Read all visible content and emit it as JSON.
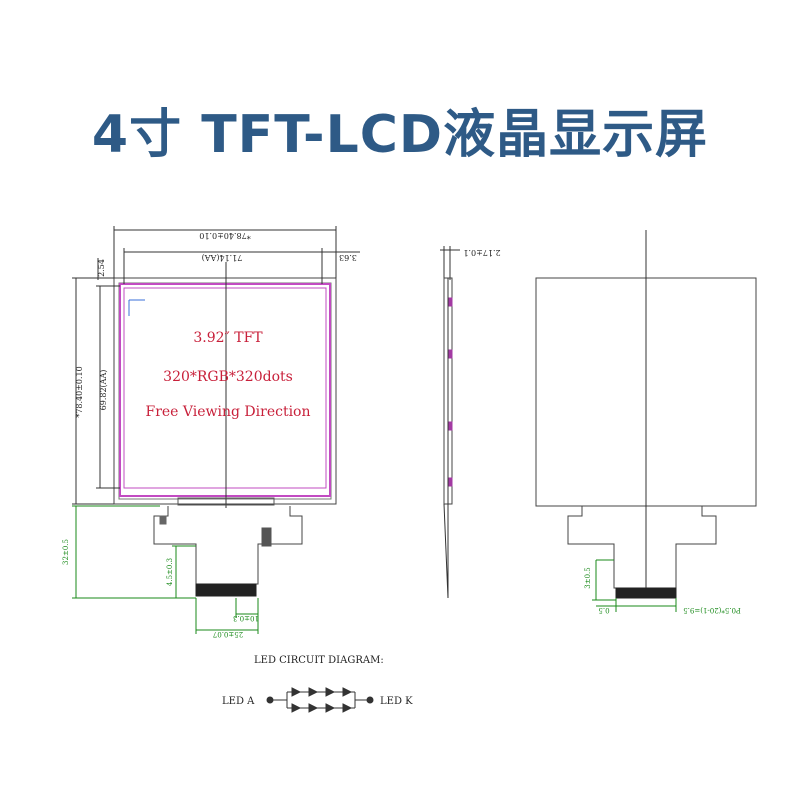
{
  "title": "4寸 TFT-LCD液晶显示屏",
  "front_view": {
    "screen_size": "3.92″ TFT",
    "resolution": "320*RGB*320dots",
    "viewing": "Free Viewing Direction",
    "dim_outer_width": "*78.40±0.10",
    "dim_aa_width": "71.14(AA)",
    "dim_offset": "3.63",
    "dim_top": "2.54",
    "dim_outer_height": "*78.40±0.10",
    "dim_aa_height": "69.82(AA)",
    "dim_fpc_length": "32±0.5",
    "dim_fpc_tail": "4.5±0.3",
    "dim_fpc_pitch": "10±0.3",
    "dim_fpc_width": "25±0.07"
  },
  "side_view": {
    "dim_thickness": "2.17±0.1"
  },
  "back_view": {
    "dim_pin": "P0.5*(20-1)=9.5",
    "dim_a": "0.5",
    "dim_b": "3±0.5"
  },
  "circuit": {
    "heading": "LED CIRCUIT DIAGRAM:",
    "label_a": "LED A",
    "label_k": "LED K"
  },
  "colors": {
    "title": "#2e5a86",
    "outline": "#444444",
    "panel_border": "#c24bc2",
    "annotation": "#c8203a",
    "dimension_green": "#1a8a1a"
  }
}
